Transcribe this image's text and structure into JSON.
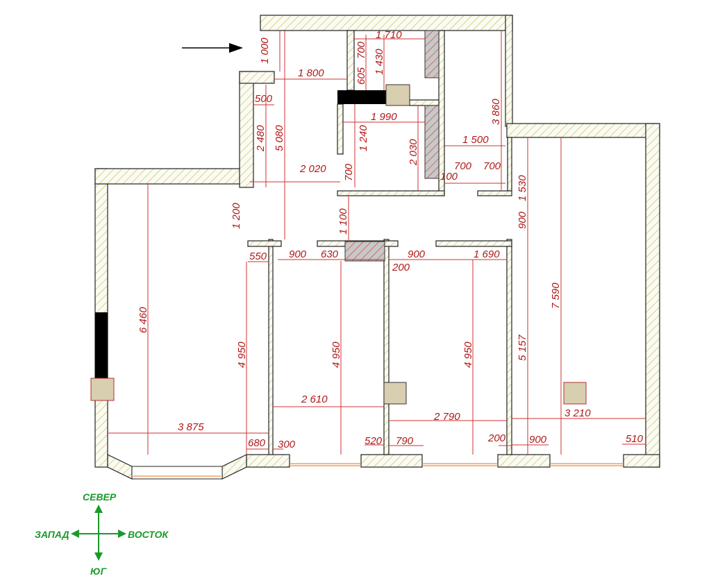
{
  "plan": {
    "dimensions": [
      "1 000",
      "1 710",
      "700",
      "1 430",
      "605",
      "1 800",
      "500",
      "2 480",
      "5 080",
      "1 990",
      "1 240",
      "2 030",
      "3 860",
      "1 500",
      "700",
      "700",
      "100",
      "2 020",
      "700",
      "1 530",
      "1 200",
      "1 100",
      "900",
      "550",
      "900",
      "630",
      "200",
      "900",
      "1 690",
      "7 590",
      "6 460",
      "4 950",
      "4 950",
      "4 950",
      "5 157",
      "2 610",
      "2 790",
      "3 210",
      "3 875",
      "680",
      "300",
      "520",
      "790",
      "200",
      "900",
      "510"
    ]
  },
  "compass": {
    "north": "СЕВЕР",
    "west": "ЗАПАД",
    "east": "ВОСТОК",
    "south": "ЮГ"
  },
  "colors": {
    "wall_hatch": "#b8b860",
    "dimension": "#c02020",
    "compass": "#1a9a2a",
    "column": "#d8ceb0"
  }
}
